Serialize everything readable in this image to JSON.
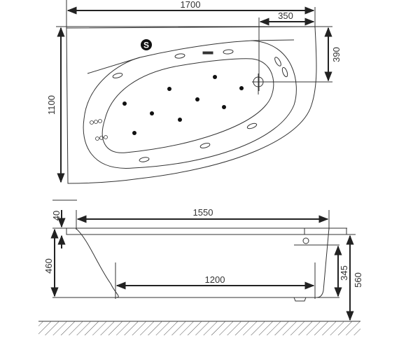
{
  "top_view": {
    "dimensions": {
      "overall_length": "1700",
      "overall_width": "1100",
      "drain_offset_x": "350",
      "drain_offset_y": "390"
    },
    "symbol": "S",
    "jets_count": 10
  },
  "side_view": {
    "dimensions": {
      "rim_length": "1550",
      "bottom_length": "1200",
      "rim_thickness": "40",
      "inner_depth": "460",
      "overflow_height": "345",
      "total_height": "560"
    }
  },
  "colors": {
    "line": "#333333",
    "background": "#ffffff"
  }
}
